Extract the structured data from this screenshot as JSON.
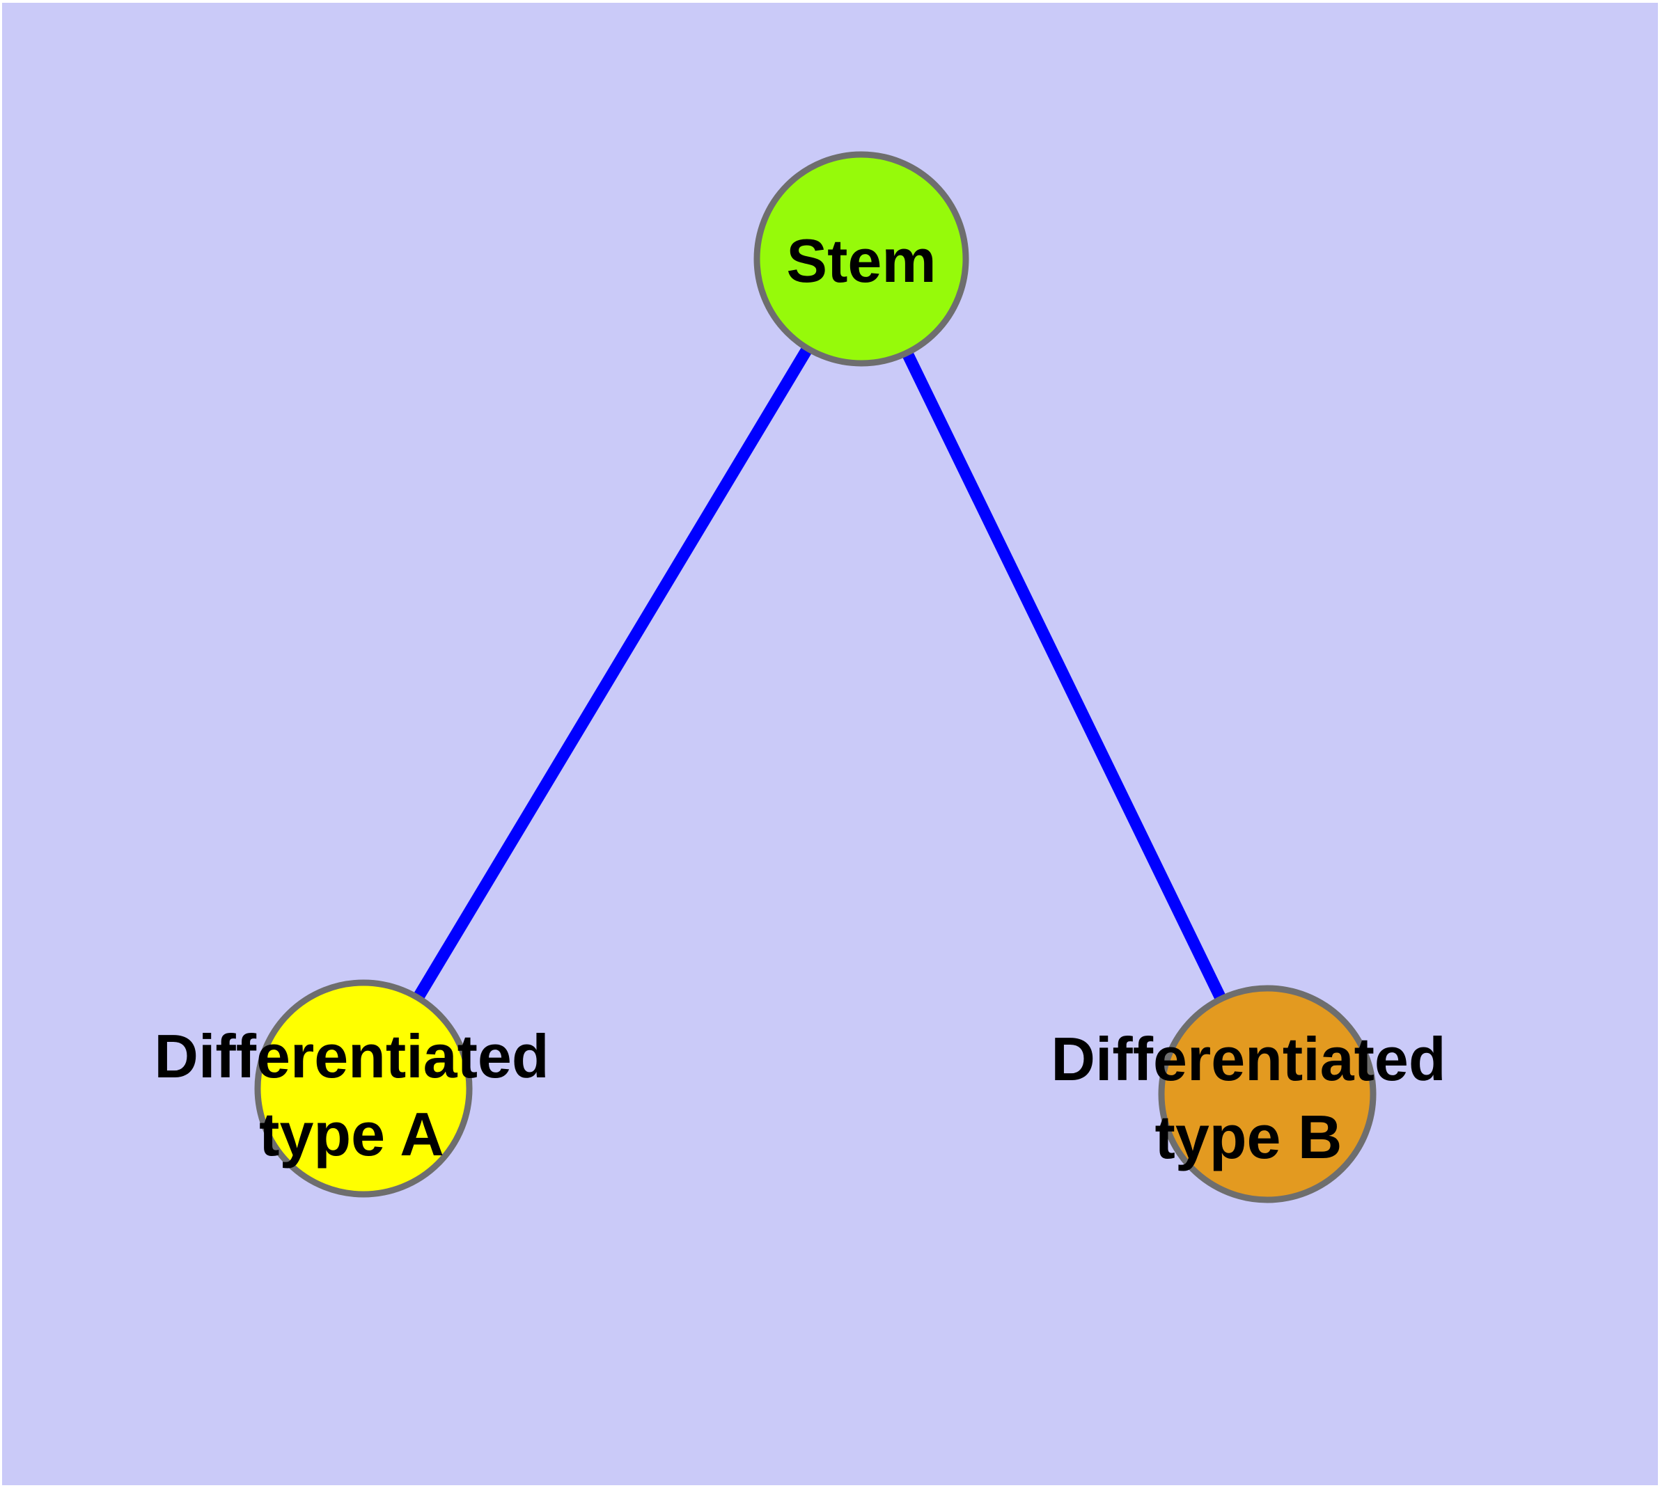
{
  "diagram": {
    "type": "node-link-graph",
    "background_color": "#CACAF8",
    "edge_color": "#0000FF",
    "node_border_color": "#6E6E6E",
    "label_color": "#000000",
    "nodes": [
      {
        "id": "stem",
        "label": "Stem",
        "fill": "#96FA0A"
      },
      {
        "id": "differentiated-type-a",
        "label_line1": "Differentiated",
        "label_line2": "type A",
        "fill": "#FFFF00"
      },
      {
        "id": "differentiated-type-b",
        "label_line1": "Differentiated",
        "label_line2": "type B",
        "fill": "#E39A20"
      }
    ],
    "edges": [
      {
        "from": "Stem",
        "to": "Differentiated type A"
      },
      {
        "from": "Stem",
        "to": "Differentiated type B"
      }
    ]
  }
}
